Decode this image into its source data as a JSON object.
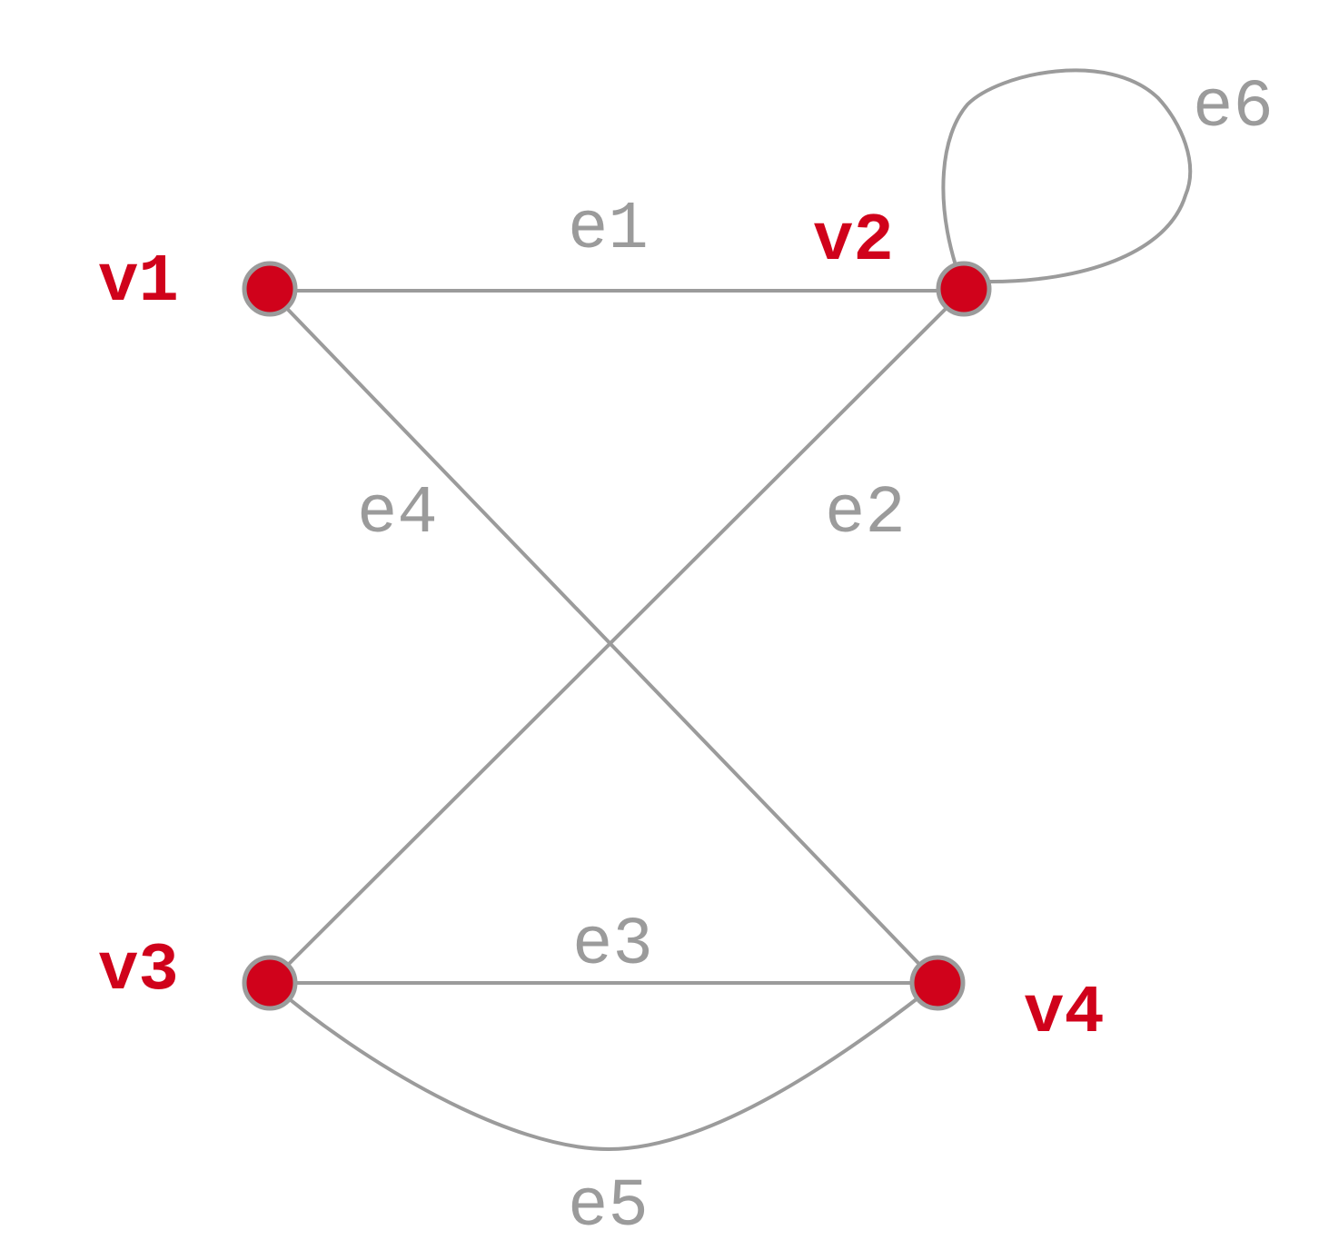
{
  "colors": {
    "vertex_fill": "#d0021b",
    "vertex_stroke": "#9b9b9b",
    "edge": "#9b9b9b",
    "vertex_label": "#d0021b",
    "edge_label": "#9b9b9b",
    "background": "#ffffff"
  },
  "vertices": [
    {
      "id": "v1",
      "label": "v1"
    },
    {
      "id": "v2",
      "label": "v2"
    },
    {
      "id": "v3",
      "label": "v3"
    },
    {
      "id": "v4",
      "label": "v4"
    }
  ],
  "edges": [
    {
      "id": "e1",
      "label": "e1",
      "from": "v1",
      "to": "v2"
    },
    {
      "id": "e2",
      "label": "e2",
      "from": "v2",
      "to": "v3"
    },
    {
      "id": "e3",
      "label": "e3",
      "from": "v3",
      "to": "v4"
    },
    {
      "id": "e4",
      "label": "e4",
      "from": "v1",
      "to": "v4"
    },
    {
      "id": "e5",
      "label": "e5",
      "from": "v3",
      "to": "v4"
    },
    {
      "id": "e6",
      "label": "e6",
      "from": "v2",
      "to": "v2"
    }
  ]
}
